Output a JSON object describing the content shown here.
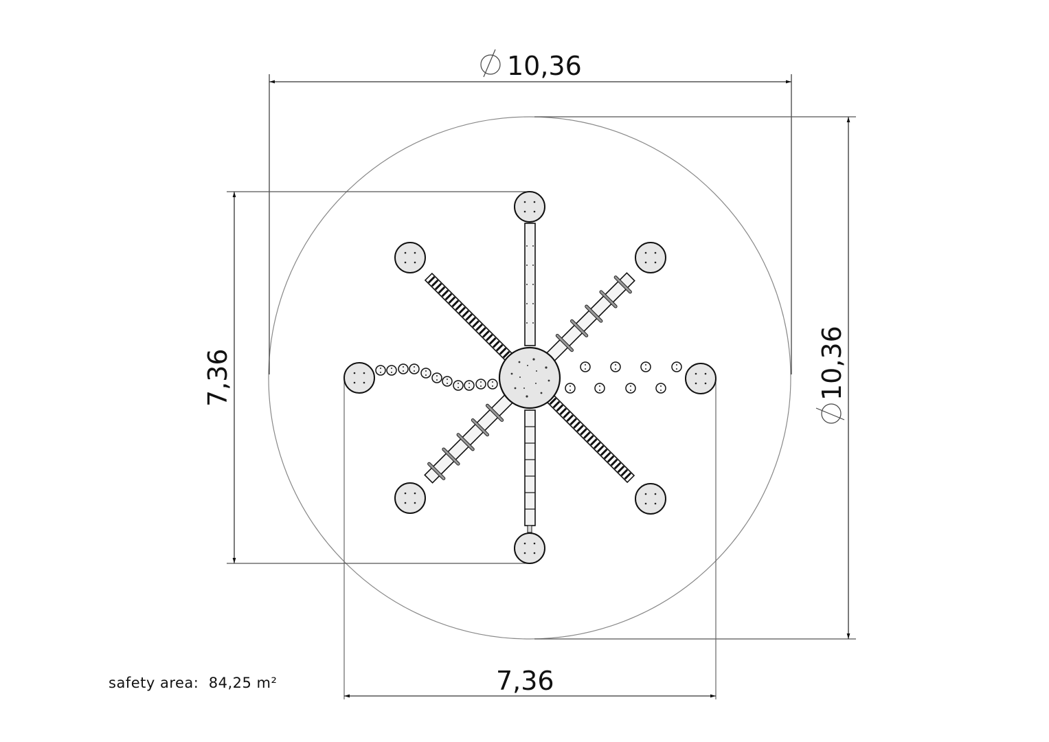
{
  "drawing": {
    "type": "plan view – playground equipment with safety area",
    "colors": {
      "line": "#111111",
      "thin_line": "#555555",
      "safety_circle": "#888888",
      "post_fill": "#e6e6e6",
      "beam_fill": "#f2f2f2"
    }
  },
  "dimensions": {
    "top_diameter": {
      "symbol": "⌀",
      "value": "10,36"
    },
    "right_diameter": {
      "symbol": "⌀",
      "value": "10,36"
    },
    "left_height": {
      "value": "7,36"
    },
    "bottom_width": {
      "value": "7,36"
    }
  },
  "note": {
    "label": "safety area:",
    "value": "84,25 m²"
  },
  "components": {
    "center_platform": "central round platform",
    "arms": [
      {
        "direction": "north",
        "type": "plank beam"
      },
      {
        "direction": "north-east",
        "type": "beam with crossbars"
      },
      {
        "direction": "east",
        "type": "stepping pods"
      },
      {
        "direction": "south-east",
        "type": "ladder bridge"
      },
      {
        "direction": "south",
        "type": "segmented plank beam"
      },
      {
        "direction": "south-west",
        "type": "beam with crossbars"
      },
      {
        "direction": "west",
        "type": "chain of rings"
      },
      {
        "direction": "north-west",
        "type": "ladder bridge"
      }
    ]
  }
}
